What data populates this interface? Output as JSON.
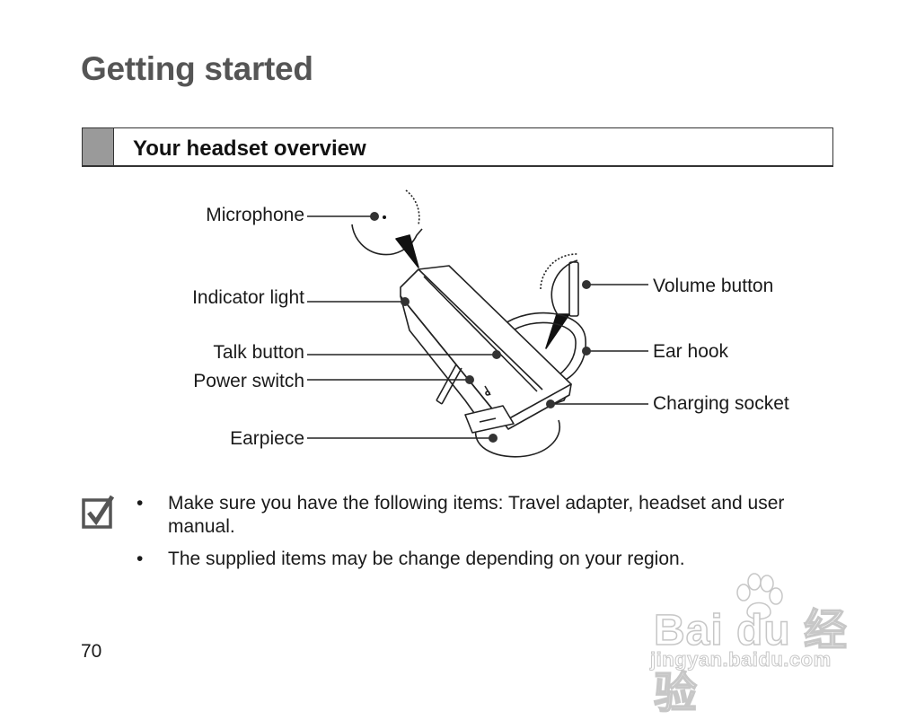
{
  "page": {
    "title": "Getting started",
    "section_title": "Your headset overview",
    "page_number": "70"
  },
  "diagram": {
    "callouts_left": {
      "microphone": "Microphone",
      "indicator_light": "Indicator light",
      "talk_button": "Talk button",
      "power_switch": "Power switch",
      "earpiece": "Earpiece"
    },
    "callouts_right": {
      "volume_button": "Volume button",
      "ear_hook": "Ear hook",
      "charging_socket": "Charging socket"
    }
  },
  "notes": {
    "icon": "checkbox-check-icon",
    "items": [
      "Make sure you have the following items: Travel adapter, headset and user manual.",
      "The supplied items may be change depending on your region."
    ]
  },
  "watermark": {
    "brand": "Bai du 经验",
    "url": "jingyan.baidu.com"
  }
}
